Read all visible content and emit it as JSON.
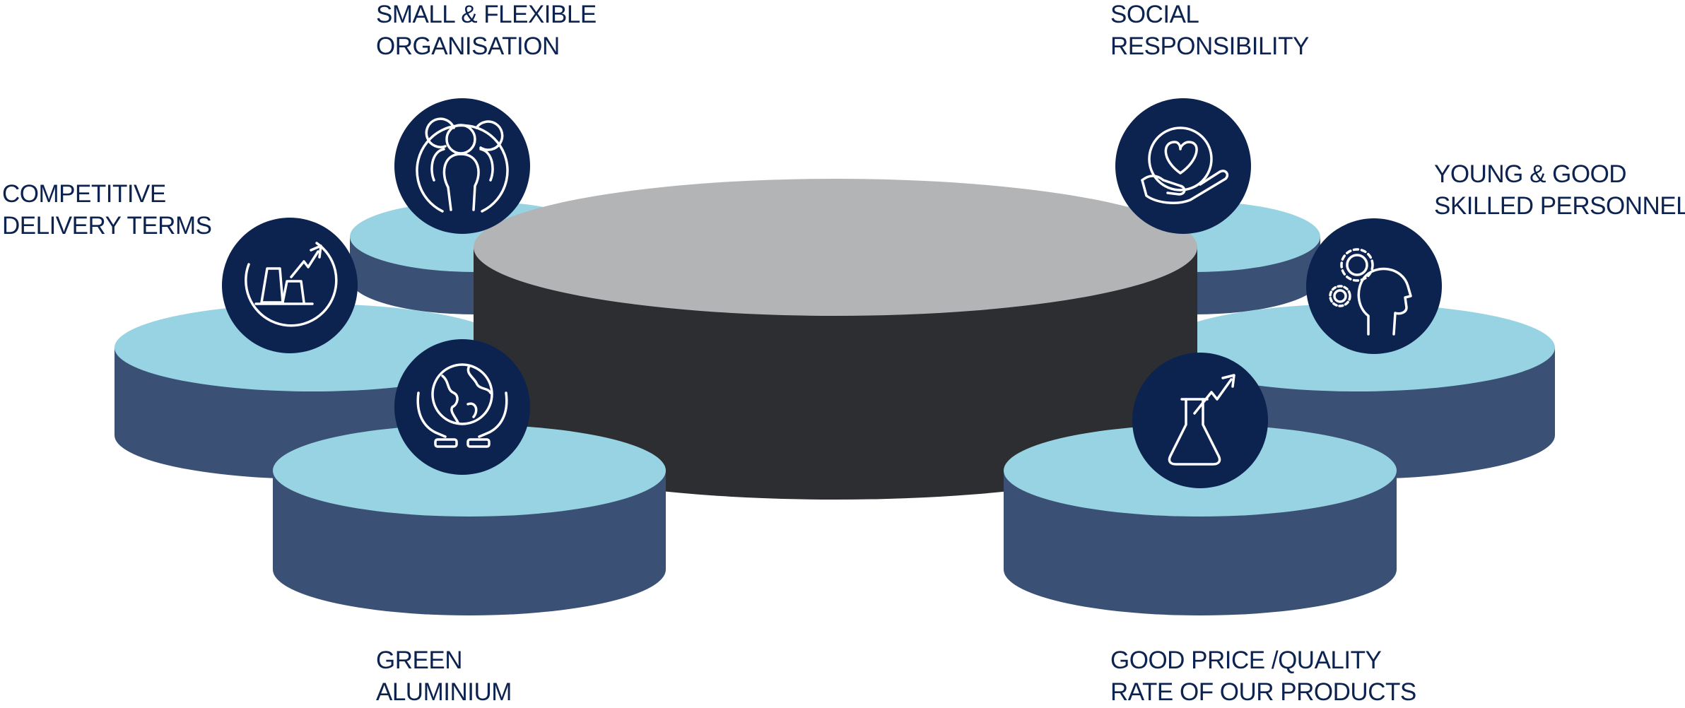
{
  "labels": {
    "small_flexible": {
      "line1": "SMALL & FLEXIBLE",
      "line2": "ORGANISATION"
    },
    "social": {
      "line1": "SOCIAL",
      "line2": "RESPONSIBILITY"
    },
    "competitive": {
      "line1": "COMPETITIVE",
      "line2": "DELIVERY TERMS"
    },
    "young": {
      "line1": "YOUNG & GOOD",
      "line2": "SKILLED PERSONNEL"
    },
    "green": {
      "line1": "GREEN",
      "line2": "ALUMINIUM"
    },
    "good_price": {
      "line1": "GOOD PRICE /QUALITY",
      "line2": "RATE OF OUR PRODUCTS"
    }
  },
  "colors": {
    "text": "#0c2350",
    "icon_circle": "#0c2350",
    "icon_line": "#ffffff",
    "small_disc_top": "#98d3e3",
    "small_disc_side": "#3a5074",
    "center_top": "#b3b4b6",
    "center_side": "#2c2e32"
  },
  "icons": {
    "small_flexible": "people-group-icon",
    "social": "heart-in-hand-icon",
    "competitive": "factory-growth-icon",
    "young": "head-with-gears-icon",
    "green": "globe-in-hands-icon",
    "good_price": "flask-growth-icon"
  }
}
